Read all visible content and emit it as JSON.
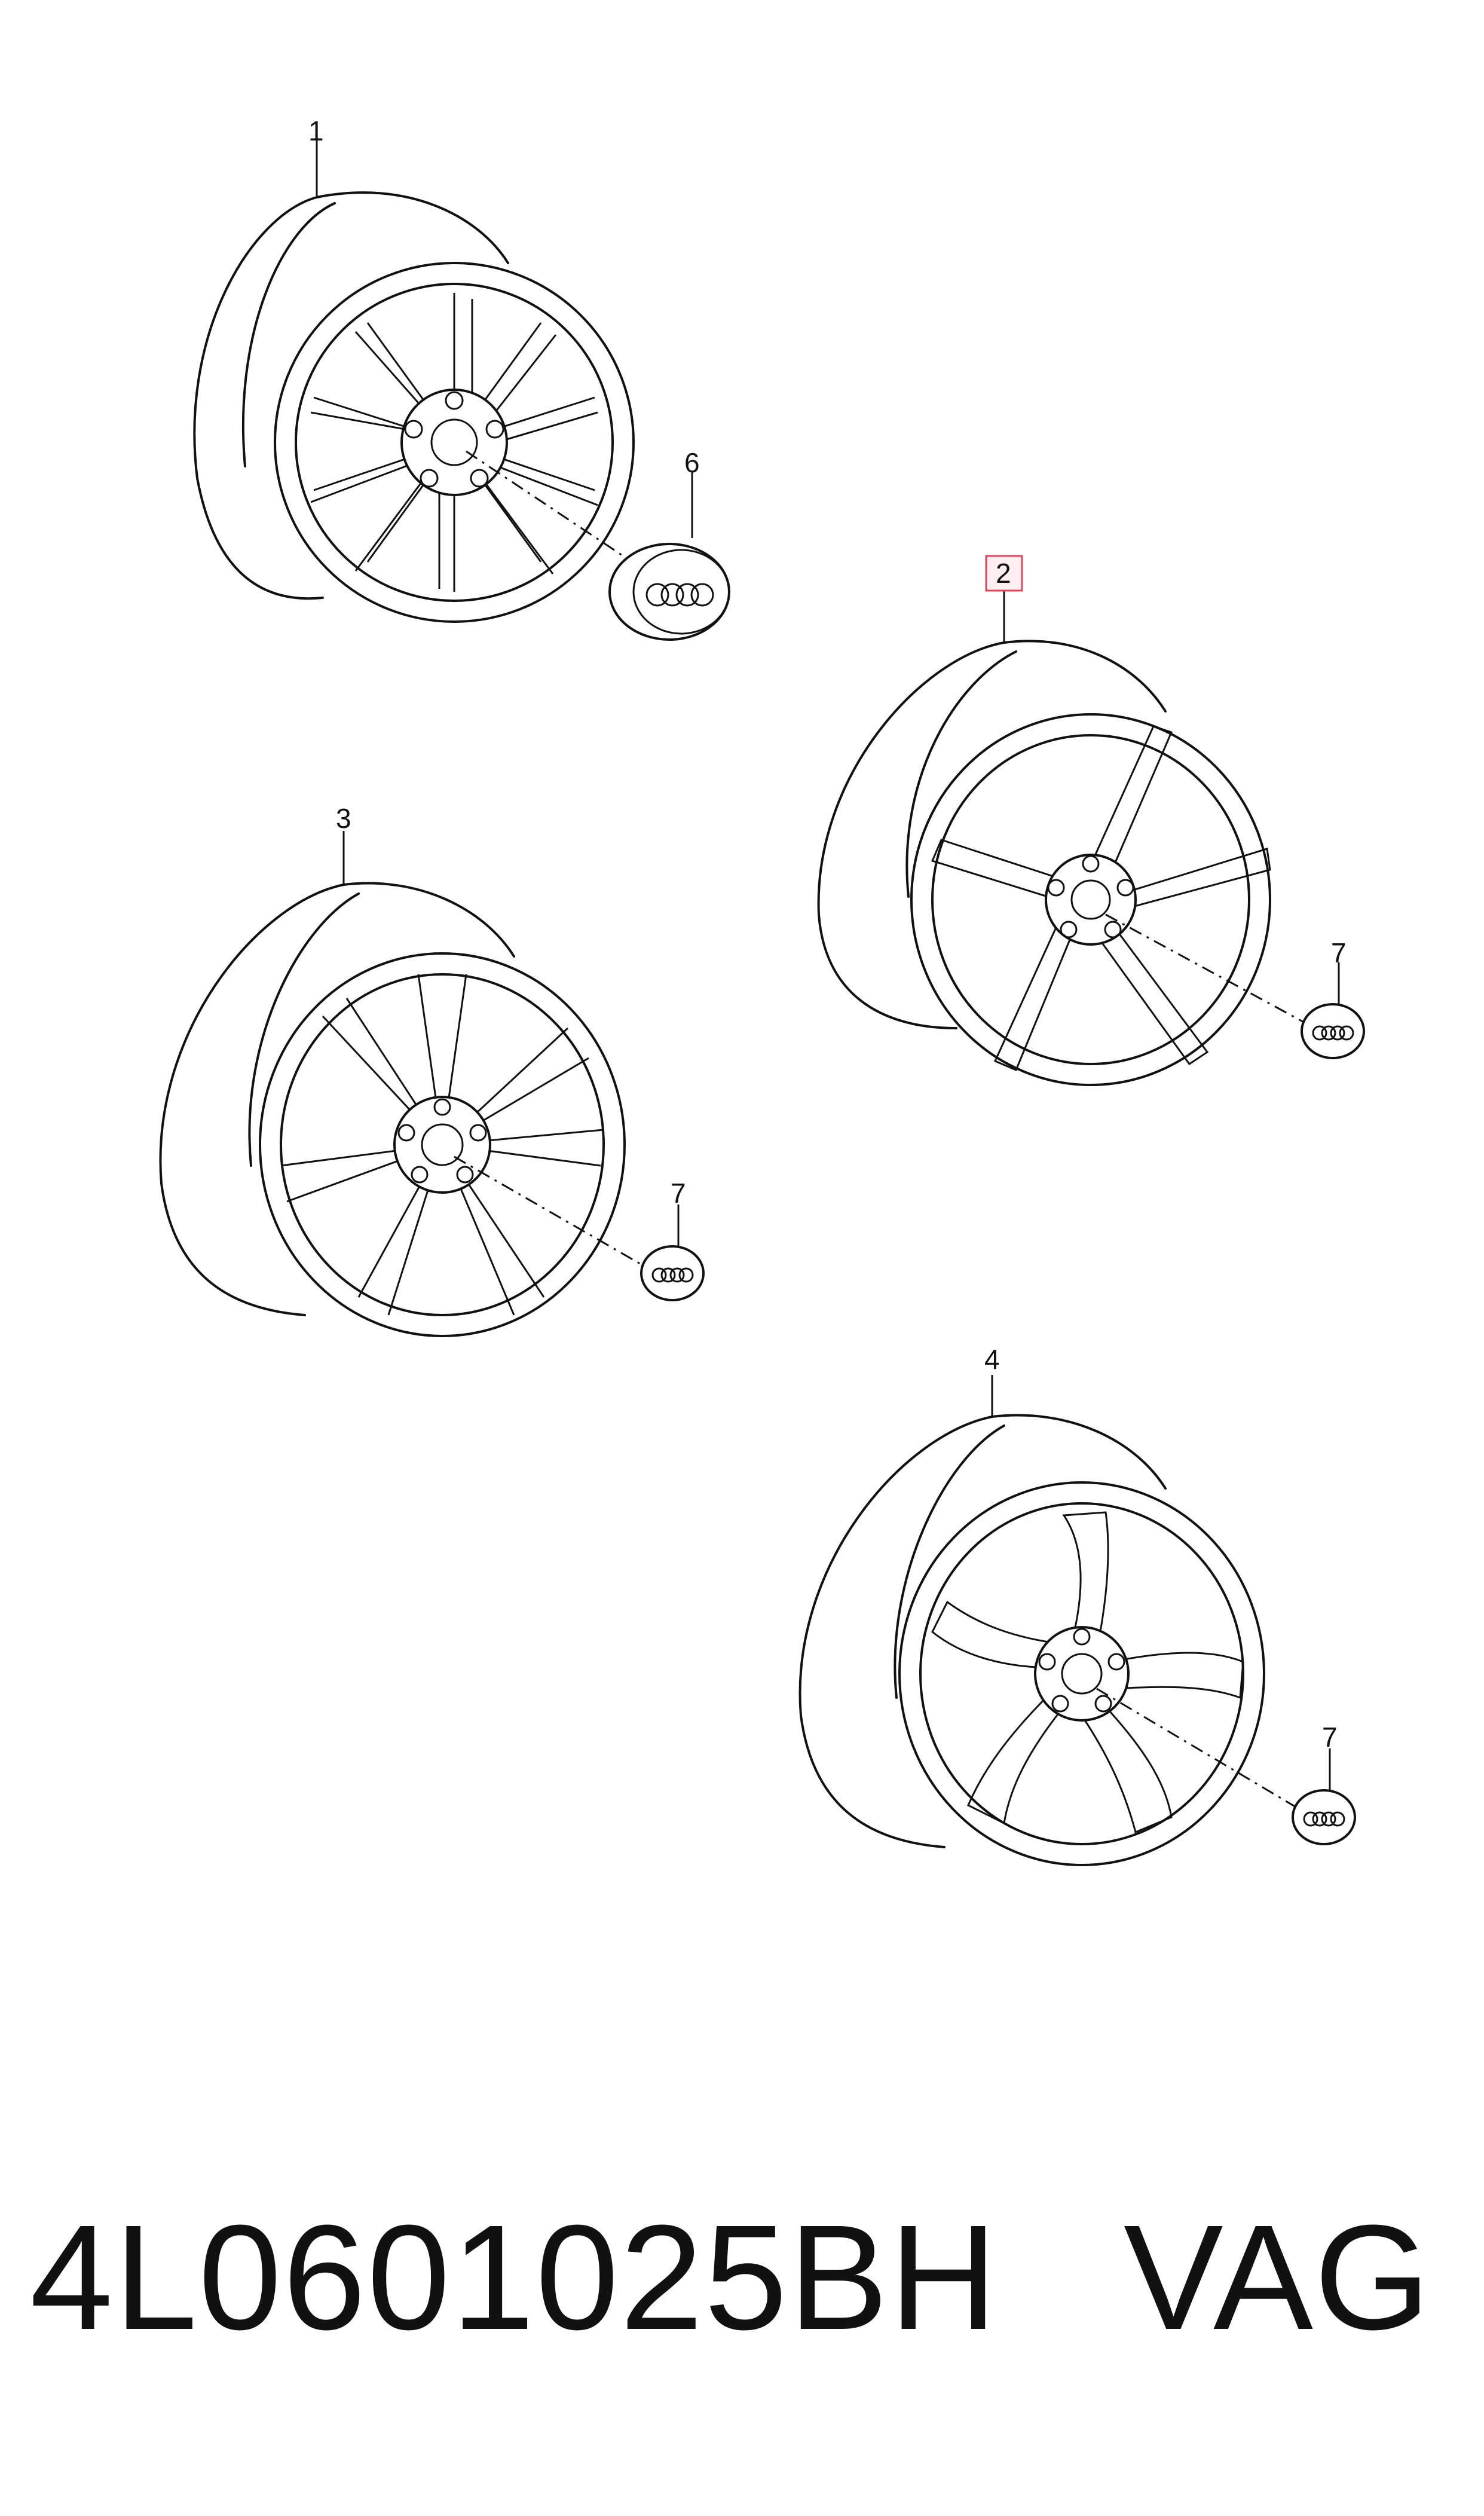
{
  "callouts": {
    "wheel_1": "1",
    "wheel_2": "2",
    "wheel_3": "3",
    "wheel_4": "4",
    "cap_6": "6",
    "cap_7_a": "7",
    "cap_7_b": "7",
    "cap_7_c": "7"
  },
  "highlight": {
    "item": "2",
    "color": "#e0455a"
  },
  "footer": {
    "part_number": "4L0601025BH",
    "brand": "VAG"
  }
}
